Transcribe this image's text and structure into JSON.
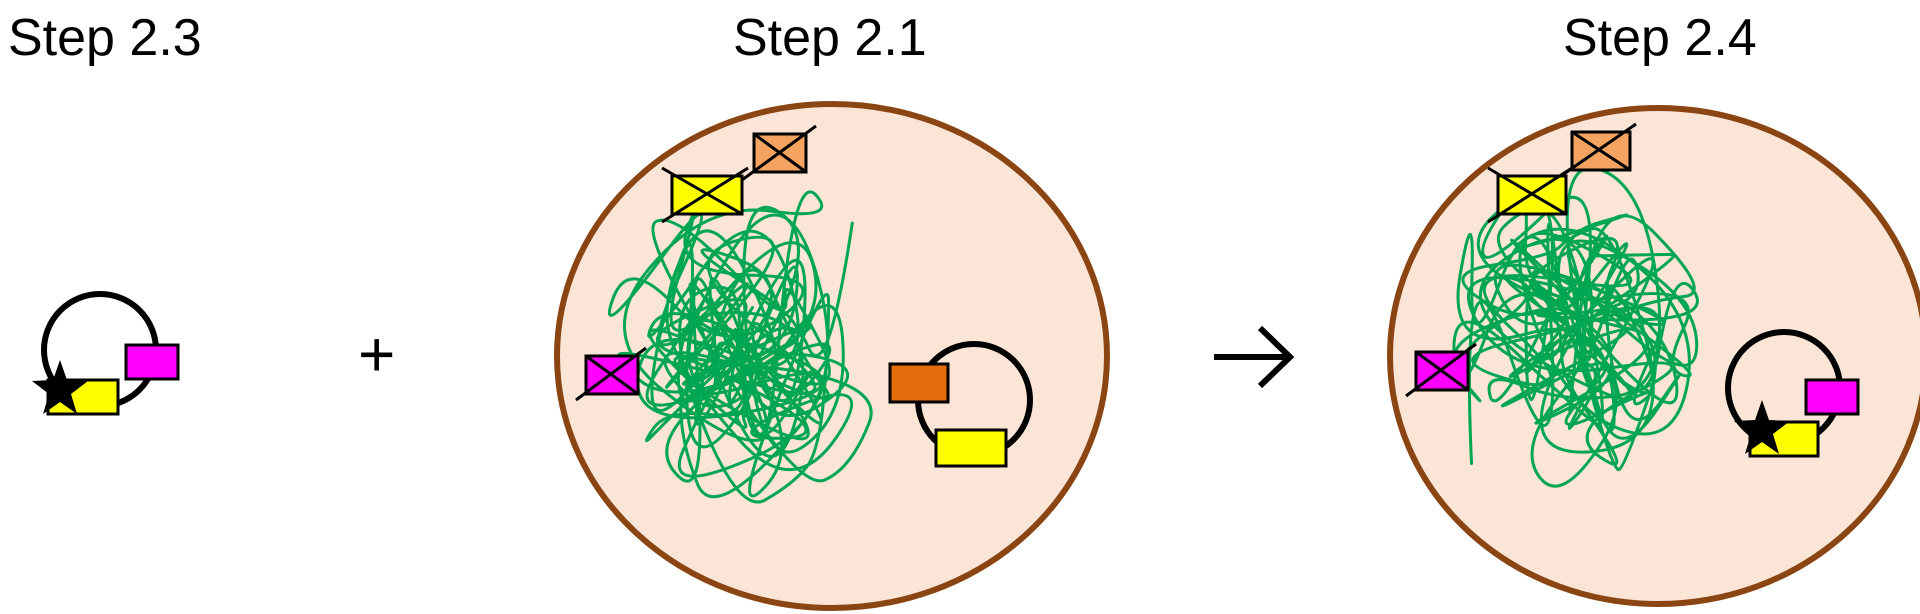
{
  "labels": {
    "step_a": "Step 2.3",
    "step_b": "Step 2.1",
    "step_c": "Step 2.4",
    "plus": "+"
  },
  "colors": {
    "cell_fill": "#fbe5d6",
    "cell_border": "#8b4513",
    "chromosome": "#00a651",
    "yellow": "#ffff00",
    "magenta": "#ff00ff",
    "orange_light": "#f4a460",
    "orange_dark": "#e46c0a",
    "black": "#000000"
  },
  "icons": {
    "arrow": "right-arrow-icon",
    "star": "star-icon"
  }
}
